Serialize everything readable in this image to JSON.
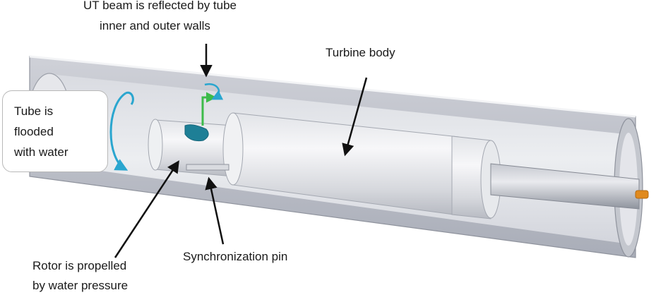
{
  "labels": {
    "ut_beam_line1": "UT beam is reflected by tube",
    "ut_beam_line2": "inner and outer walls",
    "turbine_body": "Turbine body",
    "tube_flooded_line1": "Tube is",
    "tube_flooded_line2": "flooded",
    "tube_flooded_line3": "with water",
    "rotor_line1": "Rotor is propelled",
    "rotor_line2": "by water pressure",
    "sync_pin": "Synchronization pin"
  },
  "colors": {
    "tube_outer": "#b9bcc6",
    "tube_inner": "#e4e5ea",
    "metal_light": "#f1f2f4",
    "metal_mid": "#d2d4da",
    "metal_dark": "#9a9ea8",
    "water_arrow": "#2aa6cf",
    "beam_green": "#3dbb4a",
    "probe_tip": "#e08a1e",
    "arrow": "#111111"
  }
}
